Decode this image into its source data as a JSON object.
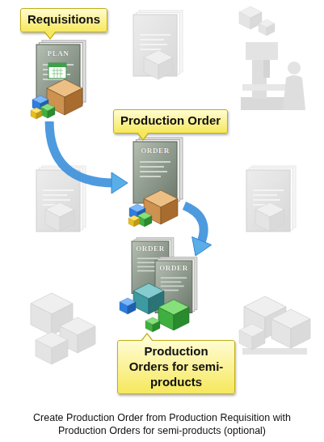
{
  "diagram": {
    "caption": "Create Production Order from Production Requisition with Production Orders for semi-products (optional)",
    "nodes": [
      {
        "text": [
          "Requisitions"
        ]
      },
      {
        "text": [
          "Production Order"
        ]
      },
      {
        "text": [
          "Production Orders for semi-products"
        ]
      }
    ],
    "edges": [
      {
        "from": 0,
        "to": 1,
        "arrow": "to"
      },
      {
        "from": 1,
        "to": 2,
        "arrow": "to"
      }
    ],
    "labels": [
      "PLAN",
      "ORDER",
      "ORDER",
      "ORDER",
      "ORDER",
      "ORDER"
    ]
  }
}
